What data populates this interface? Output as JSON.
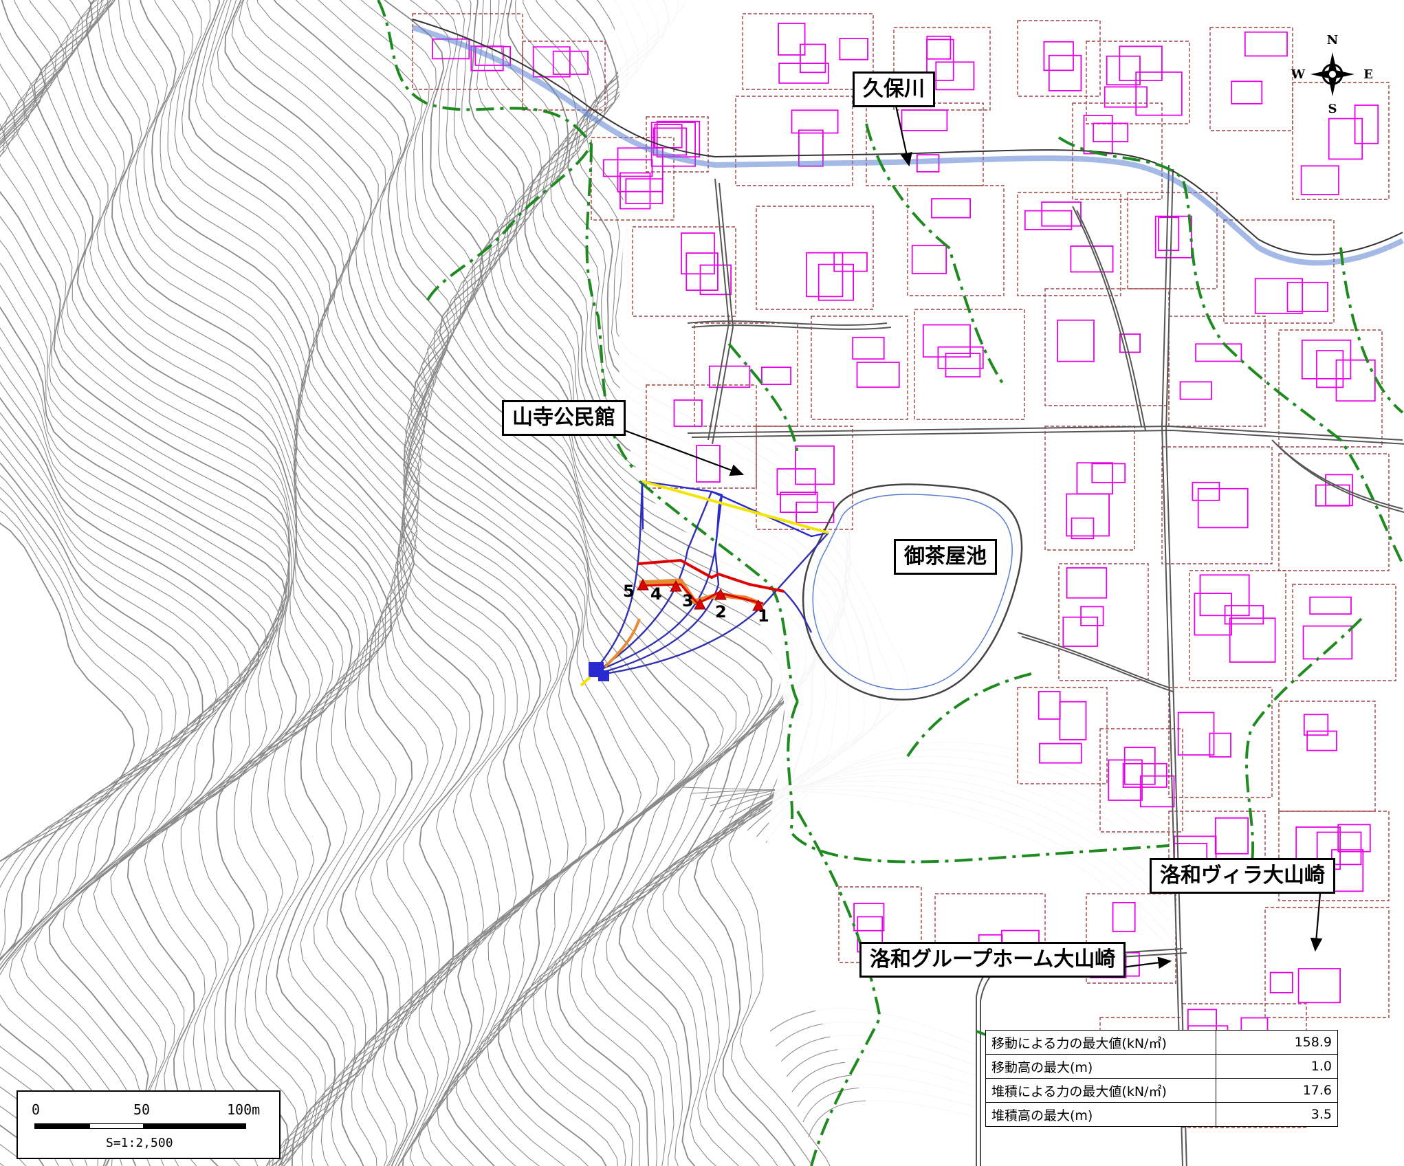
{
  "labels": {
    "kubo_river": "久保川",
    "yamadera_hall": "山寺公民館",
    "ochaya_pond": "御茶屋池",
    "rakuwa_villa": "洛和ヴィラ大山崎",
    "rakuwa_grouphome": "洛和グループホーム大山崎"
  },
  "points": [
    "1",
    "2",
    "3",
    "4",
    "5"
  ],
  "compass": {
    "n": "N",
    "s": "S",
    "e": "E",
    "w": "W"
  },
  "scale": {
    "ticks": [
      "0",
      "50",
      "100m"
    ],
    "ratio": "S=1:2,500"
  },
  "legend": [
    {
      "name": "移動による力の最大値(kN/㎡)",
      "value": "158.9"
    },
    {
      "name": "移動高の最大(m)",
      "value": "1.0"
    },
    {
      "name": "堆積による力の最大値(kN/㎡)",
      "value": "17.6"
    },
    {
      "name": "堆積高の最大(m)",
      "value": "3.5"
    }
  ],
  "colors": {
    "contour": "#8a8a8a",
    "building": "#e600e6",
    "parcel": "#a04040",
    "boundary": "#1f8a1f",
    "river": "#5a7fd0",
    "flow": "#2a2ad0",
    "hazard": "#e00000",
    "deposit": "#e88a30",
    "yellow": "#f2e600"
  }
}
